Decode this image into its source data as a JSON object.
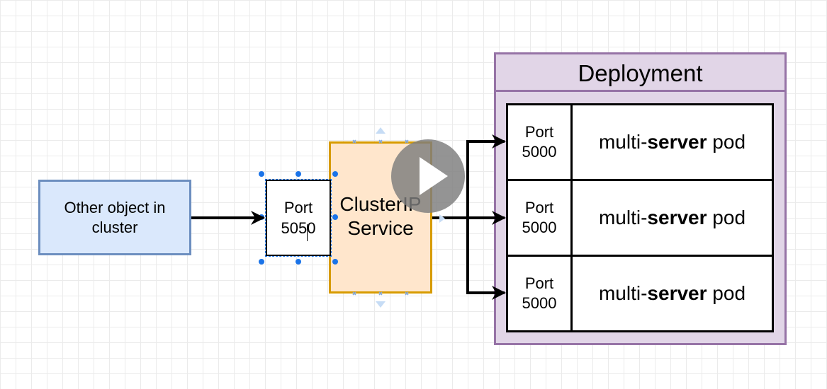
{
  "other_object": {
    "label": "Other object in cluster"
  },
  "service_port": {
    "port_word": "Port",
    "port_number": "5050"
  },
  "service": {
    "line1": "ClusterIP",
    "line2": "Service"
  },
  "deployment": {
    "title": "Deployment",
    "pods": [
      {
        "port_word": "Port",
        "port_number": "5000",
        "name_prefix": "multi-",
        "name_bold": "server",
        "name_suffix": " pod"
      },
      {
        "port_word": "Port",
        "port_number": "5000",
        "name_prefix": "multi-",
        "name_bold": "server",
        "name_suffix": " pod"
      },
      {
        "port_word": "Port",
        "port_number": "5000",
        "name_prefix": "multi-",
        "name_bold": "server",
        "name_suffix": " pod"
      }
    ]
  },
  "colors": {
    "other_fill": "#dae8fc",
    "other_stroke": "#6c8ebf",
    "service_fill": "#ffe6cc",
    "service_stroke": "#d79b00",
    "deployment_fill": "#e1d5e7",
    "deployment_stroke": "#9673a6",
    "selection": "#1a73e8"
  },
  "icons": {
    "play_overlay": "play-icon"
  }
}
